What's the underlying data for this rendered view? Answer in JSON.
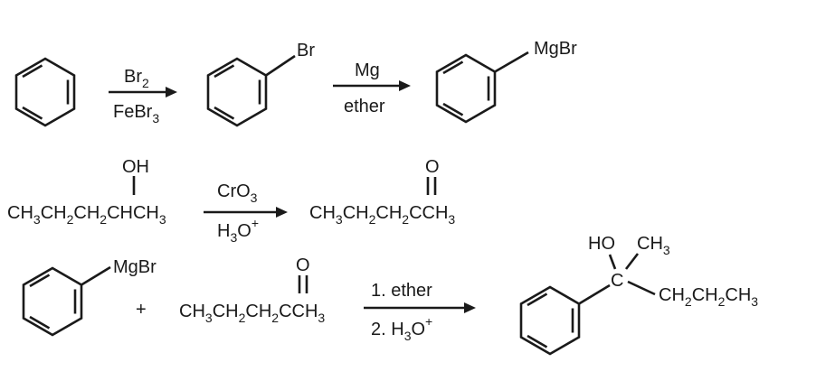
{
  "row1": {
    "arrow1_top": "Br",
    "arrow1_top_sub": "2",
    "arrow1_bottom": "FeBr",
    "arrow1_bottom_sub": "3",
    "bromobenzene_sub": "Br",
    "arrow2_top": "Mg",
    "arrow2_bottom": "ether",
    "grignard_sub": "MgBr"
  },
  "row2": {
    "oh_label": "OH",
    "reactant": [
      "CH",
      "3",
      "CH",
      "2",
      "CH",
      "2",
      "CHCH",
      "3"
    ],
    "reagent_top": "CrO",
    "reagent_top_sub": "3",
    "reagent_bottom": "H",
    "reagent_bottom_sub": "3",
    "reagent_bottom_tail": "O",
    "reagent_bottom_sup": "+",
    "o_label": "O",
    "product": [
      "CH",
      "3",
      "CH",
      "2",
      "CH",
      "2",
      "CCH",
      "3"
    ]
  },
  "row3": {
    "grignard_sub": "MgBr",
    "plus": "+",
    "o_label": "O",
    "ketone": [
      "CH",
      "3",
      "CH",
      "2",
      "CH",
      "2",
      "CCH",
      "3"
    ],
    "step1": "1. ether",
    "step2": "2. H",
    "step2_sub": "3",
    "step2_tail": "O",
    "step2_sup": "+",
    "ho_label": "HO",
    "methyl": "CH",
    "methyl_sub": "3",
    "carbon": "C",
    "propyl": [
      "CH",
      "2",
      "CH",
      "2",
      "CH",
      "3"
    ]
  }
}
